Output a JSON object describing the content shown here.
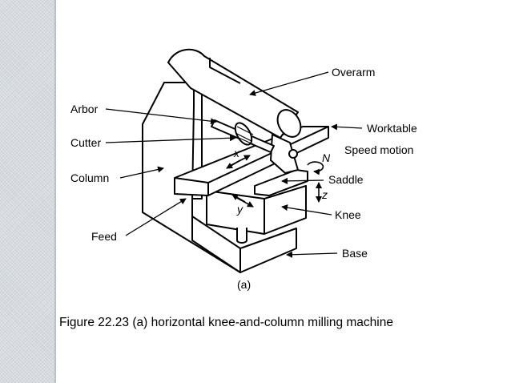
{
  "labels": {
    "overarm": "Overarm",
    "arbor": "Arbor",
    "worktable": "Worktable",
    "cutter": "Cutter",
    "speed_motion": "Speed motion",
    "column": "Column",
    "saddle": "Saddle",
    "knee": "Knee",
    "feed": "Feed",
    "base": "Base"
  },
  "axes": {
    "x": "x",
    "y": "y",
    "z": "z",
    "n": "N"
  },
  "subfigure_label": "(a)",
  "caption": "Figure 22.23 (a) horizontal knee-and-column milling machine"
}
